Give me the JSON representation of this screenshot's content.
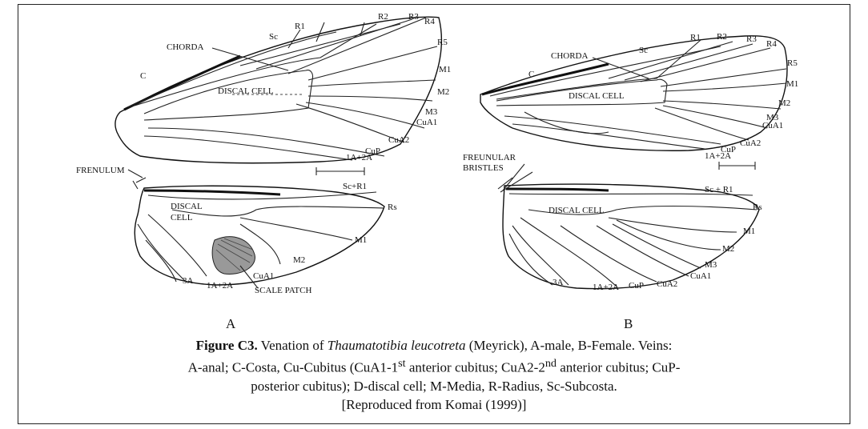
{
  "panel_a": {
    "letter": "A",
    "forewing_labels": {
      "r1": "R1",
      "r2": "R2",
      "r3": "R3",
      "r4": "R4",
      "r5": "R5",
      "sc": "Sc",
      "chorda": "CHORDA",
      "c": "C",
      "discal_cell": "DISCAL CELL",
      "m1": "M1",
      "m2": "M2",
      "m3": "M3",
      "cua1": "CuA1",
      "cua2": "CuA2",
      "cup": "CuP",
      "a12": "1A+2A"
    },
    "hindwing_labels": {
      "frenulum": "FRENULUM",
      "scr1": "Sc+R1",
      "discal_1": "DISCAL",
      "discal_2": "CELL",
      "rs": "Rs",
      "m1": "M1",
      "m2": "M2",
      "cua1": "CuA1",
      "a3": "3A",
      "a12": "1A+2A",
      "scale_patch": "SCALE PATCH"
    }
  },
  "panel_b": {
    "letter": "B",
    "forewing_labels": {
      "r1": "R1",
      "r2": "R2",
      "r3": "R3",
      "r4": "R4",
      "r5": "R5",
      "sc": "Sc",
      "chorda": "CHORDA",
      "c": "C",
      "discal_cell": "DISCAL CELL",
      "m1": "M1",
      "m2": "M2",
      "m3": "M3",
      "cua1": "CuA1",
      "cua2": "CuA2",
      "cup": "CuP",
      "a12": "1A+2A"
    },
    "hindwing_labels": {
      "frenular_1": "FREUNULAR",
      "frenular_2": "BRISTLES",
      "scr1": "Sc + R1",
      "discal_cell": "DISCAL CELL",
      "rs": "Rs",
      "m1": "M1",
      "m2": "M2",
      "m3": "M3",
      "cua1": "CuA1",
      "cua2": "CuA2",
      "cup": "CuP",
      "a12": "1A+2A",
      "a3": "3A"
    }
  },
  "caption": {
    "figure_label": "Figure C3.",
    "text1": " Venation of ",
    "species": "Thaumatotibia leucotreta",
    "text2": " (Meyrick), A-male, B-Female. Veins:",
    "line2": "A-anal; C-Costa, Cu-Cubitus (CuA1-1",
    "sup1": "st",
    "line2b": " anterior cubitus; CuA2-2",
    "sup2": "nd",
    "line2c": " anterior cubitus; CuP-",
    "line3": "posterior cubitus); D-discal cell; M-Media, R-Radius, Sc-Subcosta.",
    "line4": "[Reproduced from Komai (1999)]"
  }
}
